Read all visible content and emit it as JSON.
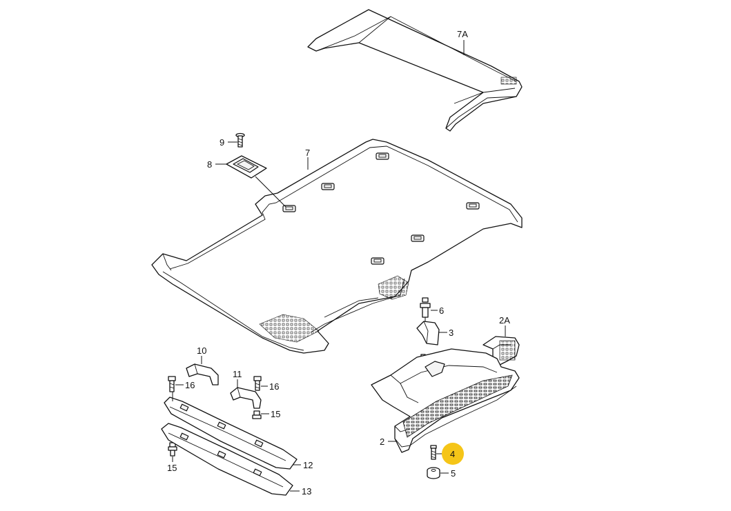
{
  "highlight_color": "#f5c518",
  "callouts": {
    "c7a": "7A",
    "c7": "7",
    "c8": "8",
    "c9": "9",
    "c6": "6",
    "c3": "3",
    "c2a": "2A",
    "c2": "2",
    "c4": "4",
    "c5": "5",
    "c10": "10",
    "c11": "11",
    "c16a": "16",
    "c16b": "16",
    "c15a": "15",
    "c15b": "15",
    "c12": "12",
    "c13": "13"
  },
  "highlighted_callout": "4"
}
